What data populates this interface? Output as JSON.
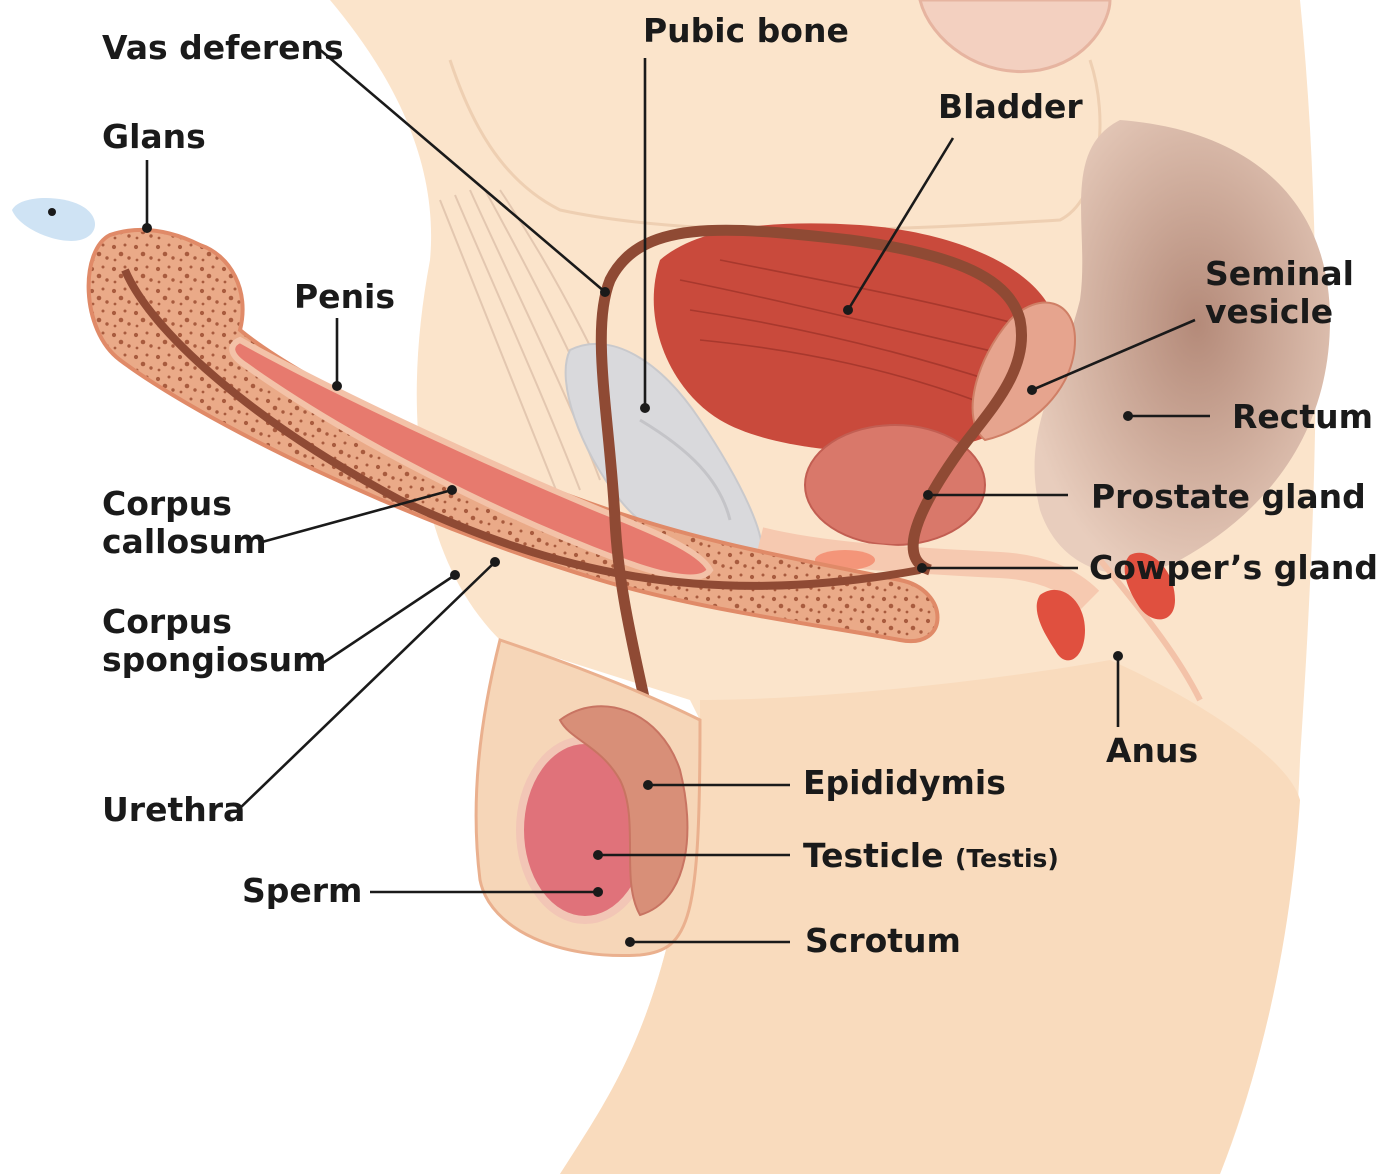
{
  "labels": {
    "vas_deferens": "Vas deferens",
    "pubic_bone": "Pubic bone",
    "bladder": "Bladder",
    "glans": "Glans",
    "penis": "Penis",
    "seminal_vesicle_line1": "Seminal",
    "seminal_vesicle_line2": "vesicle",
    "rectum": "Rectum",
    "prostate_gland": "Prostate gland",
    "cowpers_gland": "Cowper’s gland",
    "corpus_callosum_line1": "Corpus",
    "corpus_callosum_line2": "callosum",
    "corpus_spongiosum_line1": "Corpus",
    "corpus_spongiosum_line2": "spongiosum",
    "anus": "Anus",
    "epididymis": "Epididymis",
    "urethra": "Urethra",
    "testicle": "Testicle",
    "testicle_alt": "(Testis)",
    "sperm": "Sperm",
    "scrotum": "Scrotum"
  },
  "colors": {
    "skin_light": "#fbe4cb",
    "skin_mid": "#f6cfa8",
    "tissue_outline": "#e9a07c",
    "penis_tissue": "#eaaa88",
    "penis_speckle": "#a85b3e",
    "urethra_tube": "#8f4a34",
    "bladder_red": "#c94a3c",
    "prostate": "#d9786a",
    "seminal_vesicle": "#e6a48e",
    "rectum": "#c7a08f",
    "pubic_bone": "#d9d9dc",
    "cowpers_gland": "#e0503f",
    "testis_interior": "#e0727a",
    "label_text": "#1a1a1a"
  }
}
